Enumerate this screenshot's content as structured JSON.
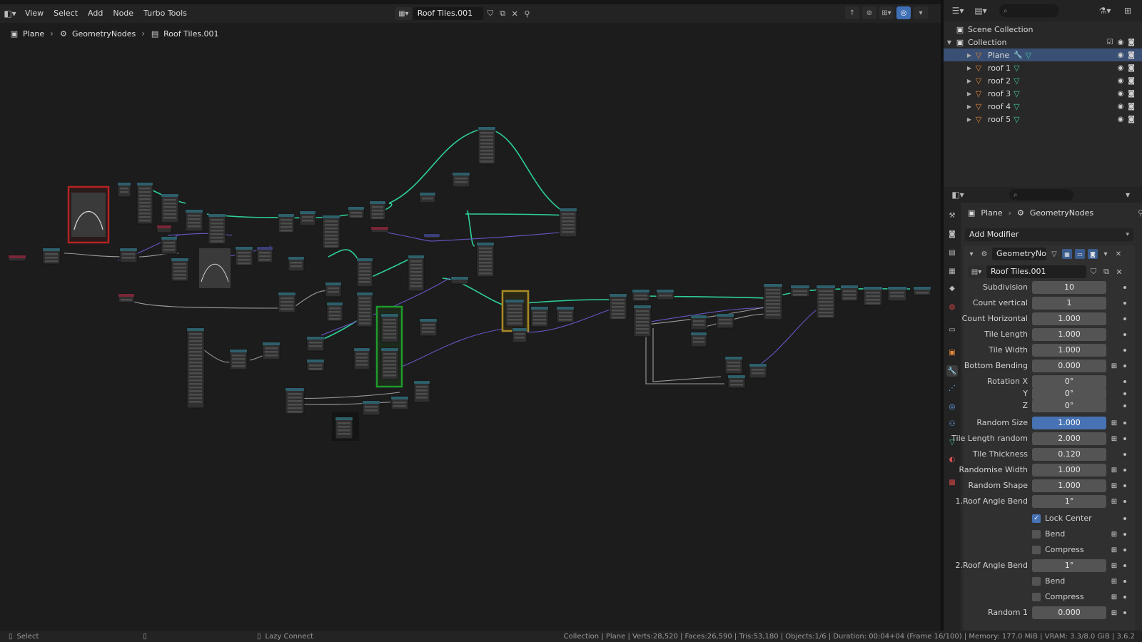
{
  "header": {
    "menus": [
      "View",
      "Select",
      "Add",
      "Node",
      "Turbo Tools"
    ],
    "node_tree_name": "Roof Tiles.001"
  },
  "breadcrumb": {
    "object": "Plane",
    "modifier": "GeometryNodes",
    "node_group": "Roof Tiles.001"
  },
  "outliner": {
    "scene_collection": "Scene Collection",
    "collection": "Collection",
    "objects": [
      {
        "name": "Plane",
        "selected": true
      },
      {
        "name": "roof 1",
        "selected": false
      },
      {
        "name": "roof 2",
        "selected": false
      },
      {
        "name": "roof 3",
        "selected": false
      },
      {
        "name": "roof 4",
        "selected": false
      },
      {
        "name": "roof 5",
        "selected": false
      }
    ]
  },
  "properties": {
    "crumb_object": "Plane",
    "crumb_modifier": "GeometryNodes",
    "add_modifier": "Add Modifier",
    "modifier_name": "GeometryNo...",
    "node_group": "Roof Tiles.001",
    "fields": [
      {
        "label": "Subdivision",
        "value": "10",
        "attr": false
      },
      {
        "label": "Count vertical",
        "value": "1",
        "attr": false
      },
      {
        "label": "Count Horizontal",
        "value": "1.000",
        "attr": false
      },
      {
        "label": "Tile Length",
        "value": "1.000",
        "attr": false
      },
      {
        "label": "Tile Width",
        "value": "1.000",
        "attr": false
      },
      {
        "label": "Bottom Bending",
        "value": "0.000",
        "attr": true
      },
      {
        "label": "Rotation X",
        "value": "0°",
        "attr": false
      },
      {
        "label": "Y",
        "value": "0°",
        "attr": false
      },
      {
        "label": "Z",
        "value": "0°",
        "attr": false
      },
      {
        "label": "Random Size",
        "value": "1.000",
        "attr": true,
        "highlight": true
      },
      {
        "label": "Tile Length random",
        "value": "2.000",
        "attr": true
      },
      {
        "label": "Tile Thickness",
        "value": "0.120",
        "attr": false
      },
      {
        "label": "Randomise Width",
        "value": "1.000",
        "attr": true
      },
      {
        "label": "Random Shape",
        "value": "1.000",
        "attr": true
      },
      {
        "label": "1.Roof Angle Bend",
        "value": "1°",
        "attr": true
      }
    ],
    "checkbox_lock_center": "Lock Center",
    "bend_1": "Bend",
    "compress_1": "Compress",
    "roof_angle_2_label": "2.Roof Angle Bend",
    "roof_angle_2_value": "1°",
    "bend_2": "Bend",
    "compress_2": "Compress",
    "random1_label": "Random 1",
    "random1_value": "0.000"
  },
  "status": {
    "left": "Select",
    "middle": "Lazy Connect",
    "right": "Collection | Plane | Verts:28,520 | Faces:26,590 | Tris:53,180 | Objects:1/6 | Duration: 00:04+04 (Frame 16/100) | Memory: 177.0 MiB | VRAM: 3.3/8.0 GiB | 3.6.2"
  },
  "colors": {
    "link_green": "#2fd9a0",
    "link_purple": "#6a5acd",
    "link_gray": "#c8c8c8",
    "frame_red": "#b52222",
    "frame_green": "#1f9a2a",
    "frame_gold": "#a88a26",
    "selection_blue": "#4772b3"
  }
}
